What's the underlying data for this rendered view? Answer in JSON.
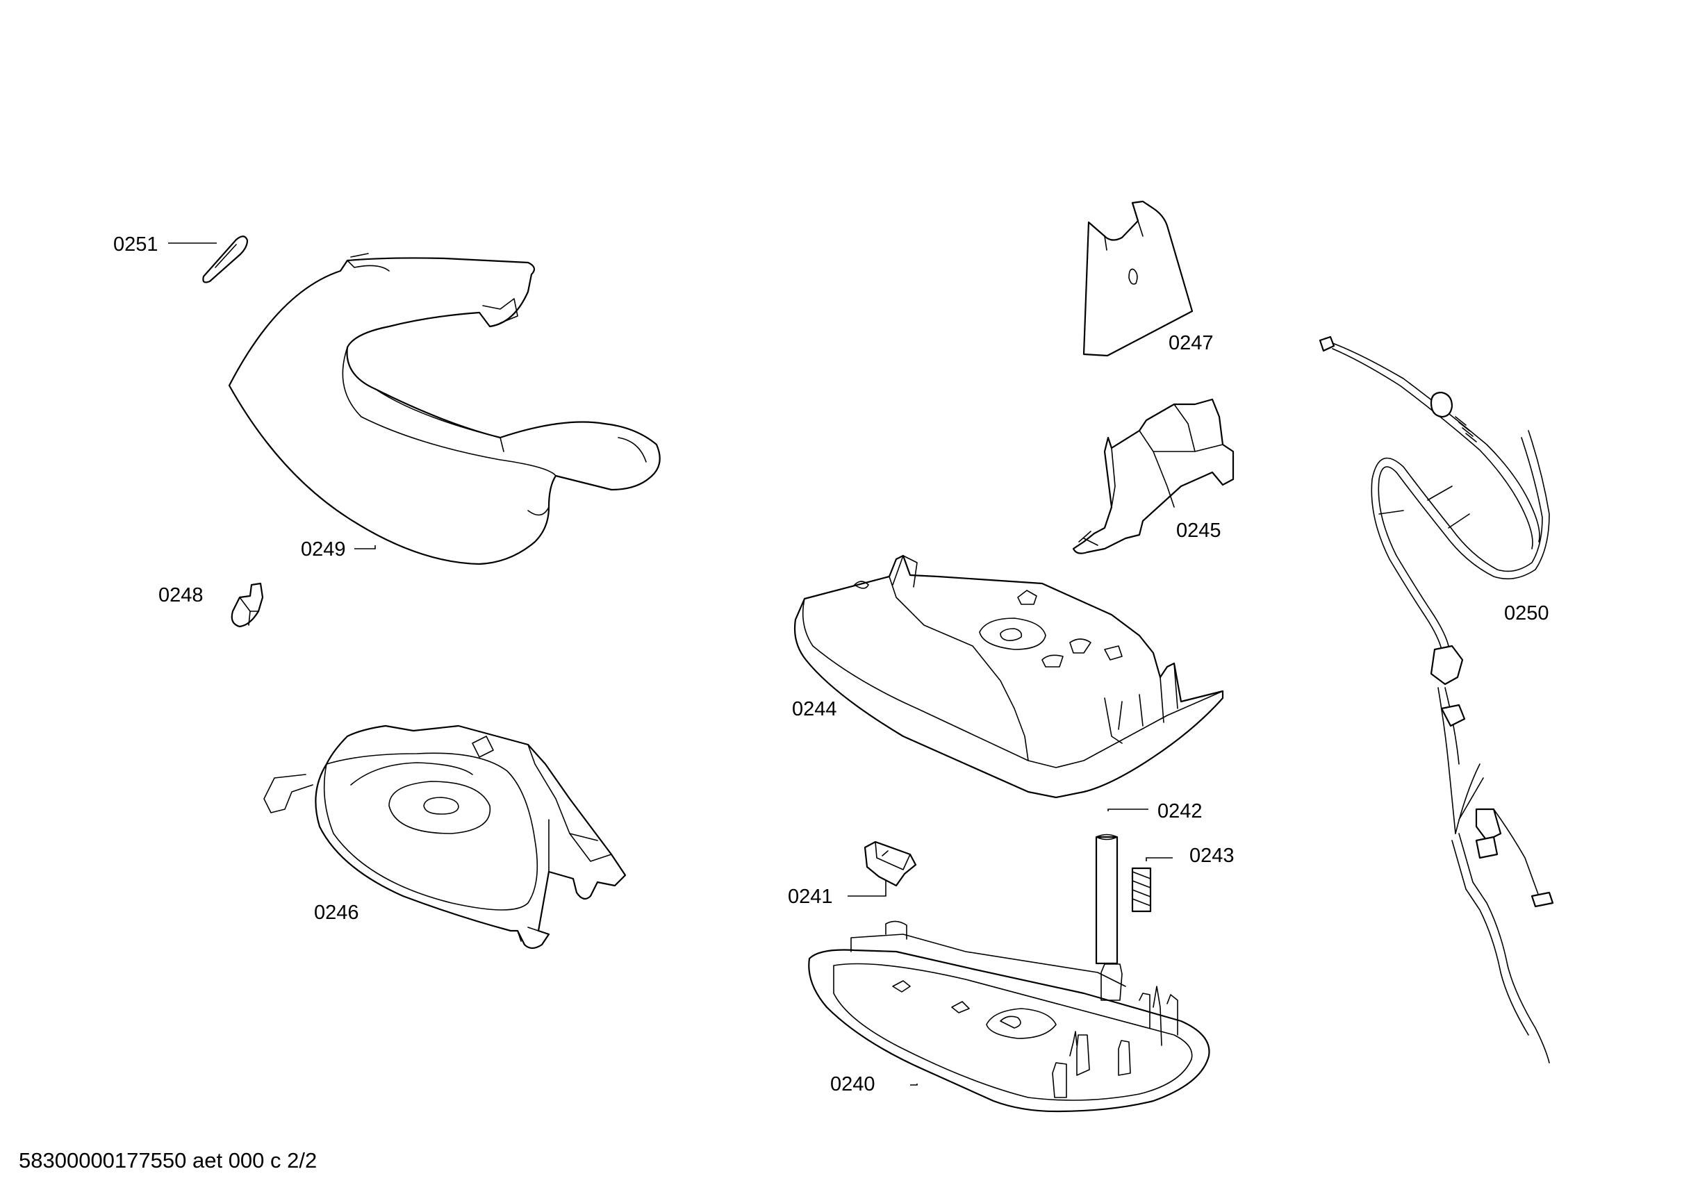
{
  "parts": [
    {
      "id": "0240"
    },
    {
      "id": "0241"
    },
    {
      "id": "0242"
    },
    {
      "id": "0243"
    },
    {
      "id": "0244"
    },
    {
      "id": "0245"
    },
    {
      "id": "0246"
    },
    {
      "id": "0247"
    },
    {
      "id": "0248"
    },
    {
      "id": "0249"
    },
    {
      "id": "0250"
    },
    {
      "id": "0251"
    }
  ],
  "footer": {
    "text": "58300000177550 aet 000 c 2/2"
  },
  "colors": {
    "line": "#000000",
    "background": "#ffffff"
  }
}
